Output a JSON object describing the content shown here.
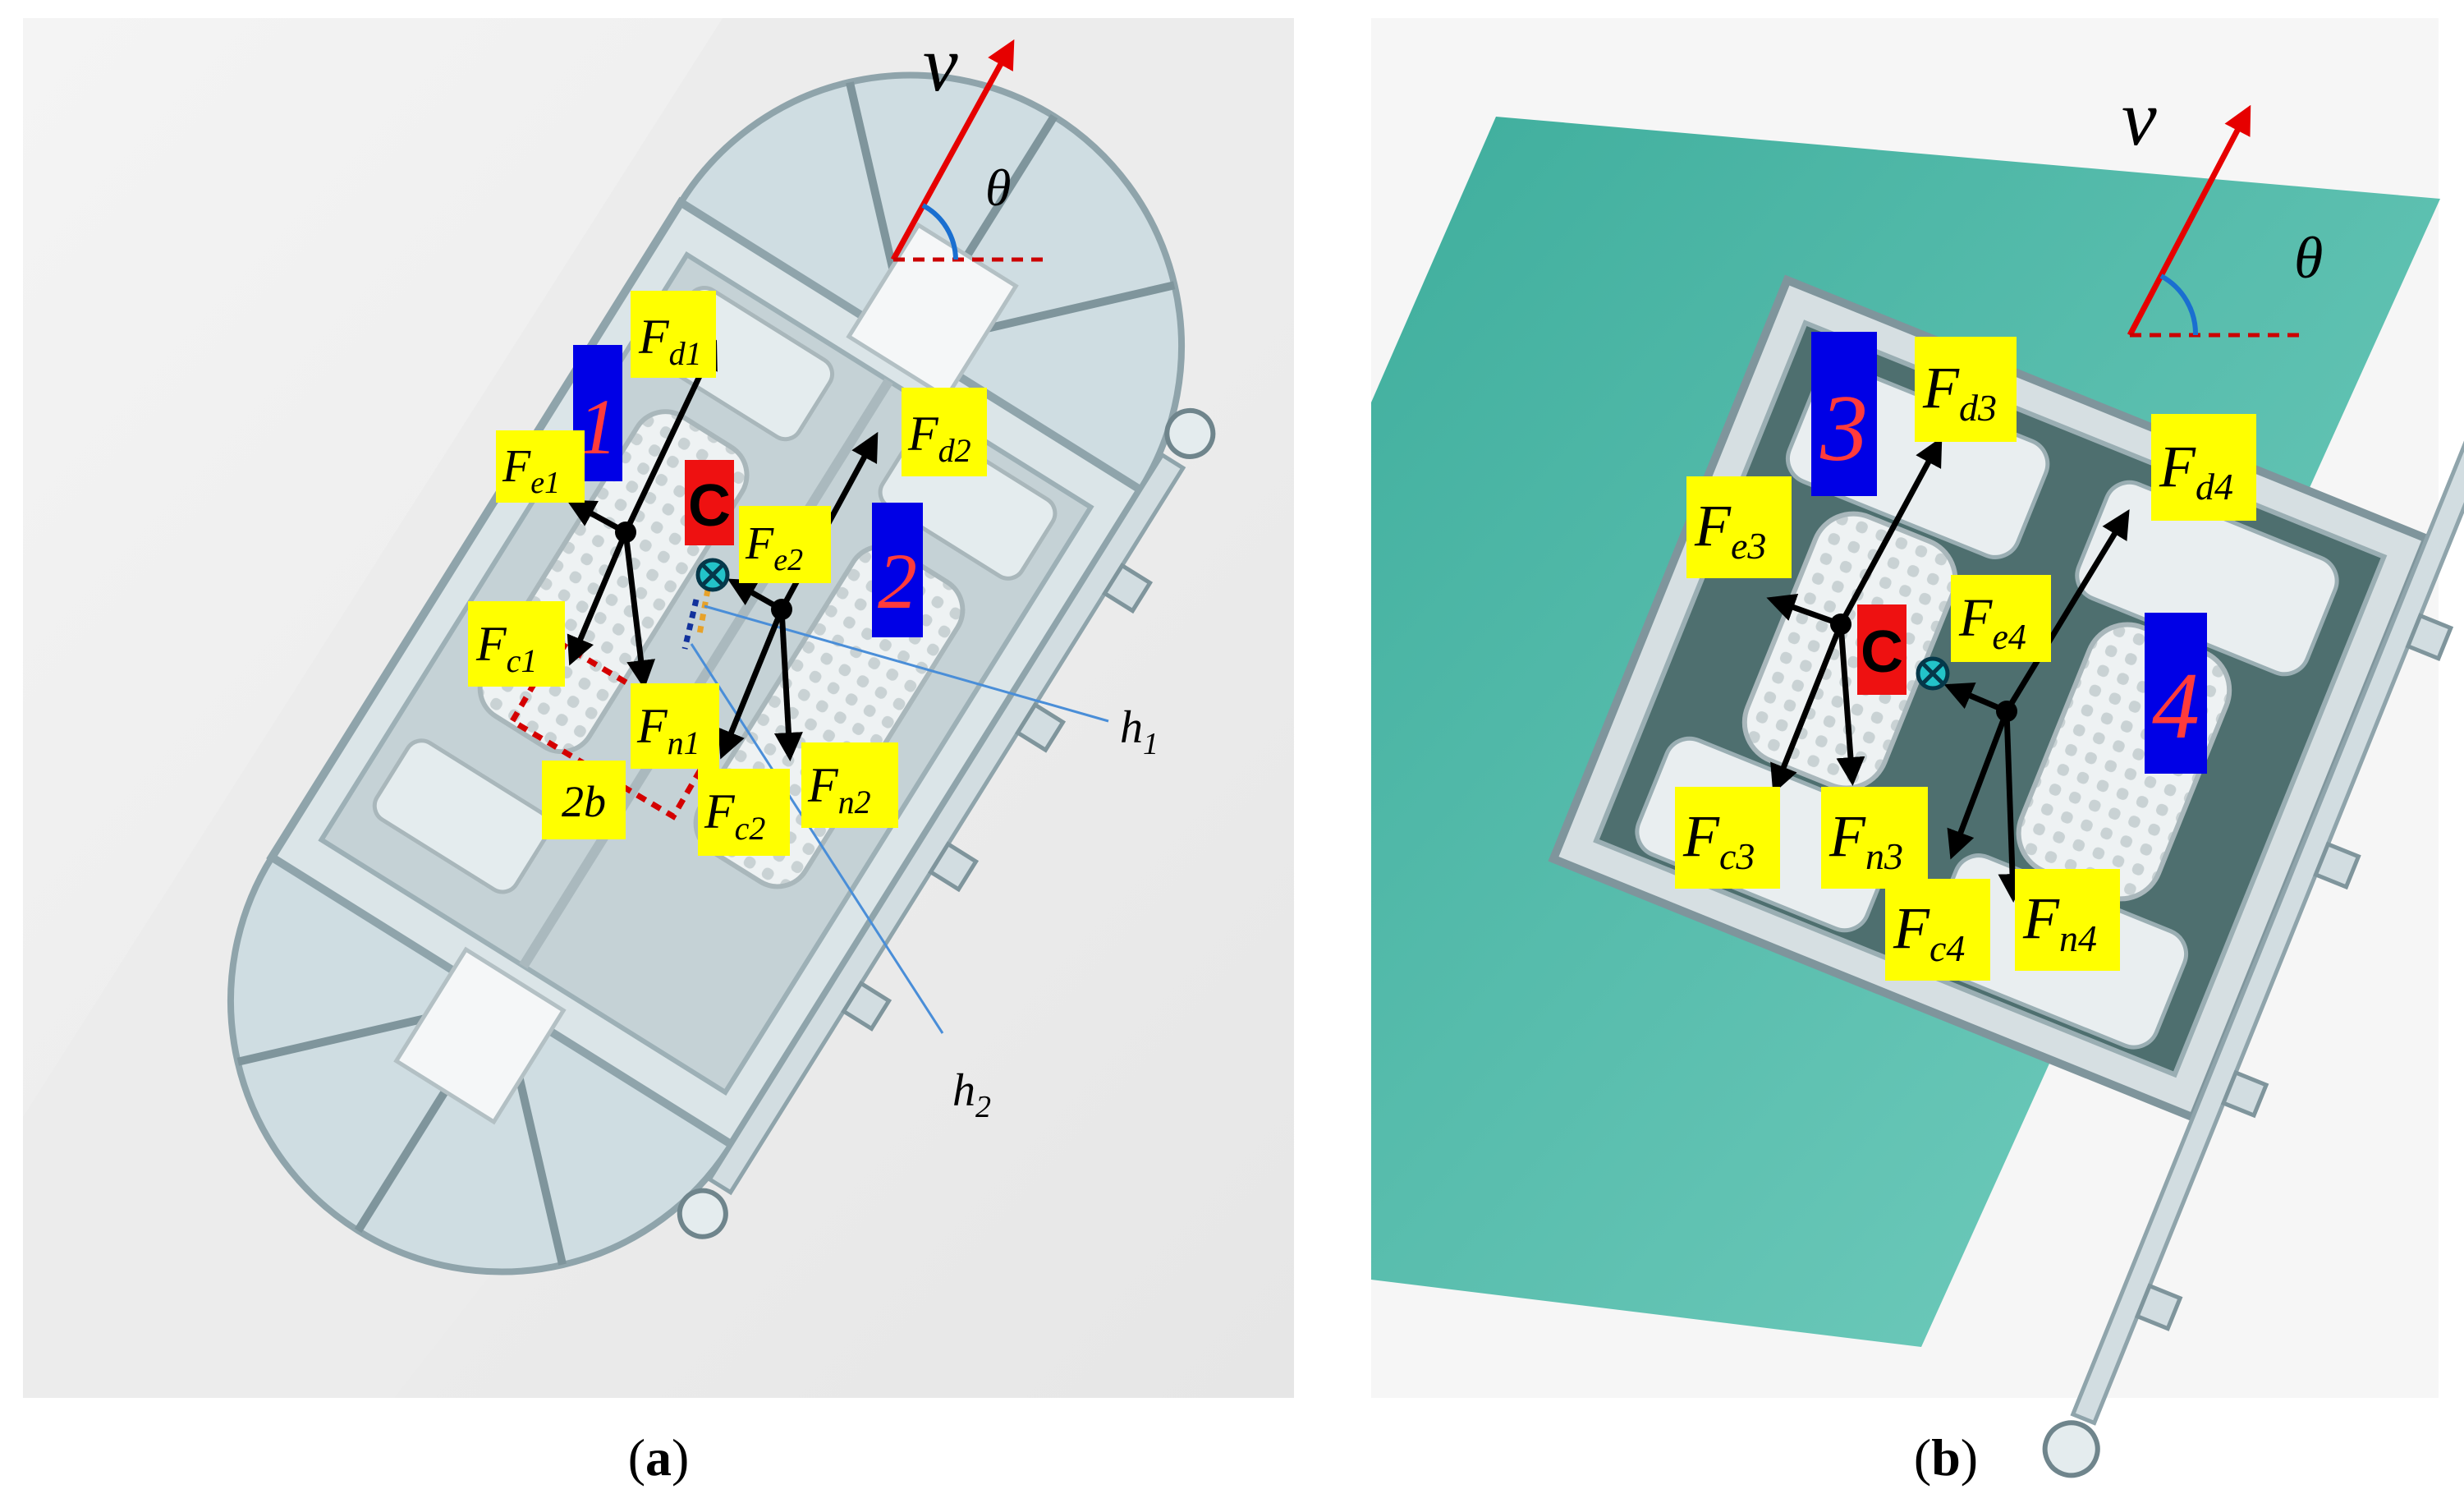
{
  "panel_a": {
    "velocity": "v",
    "angle": "θ",
    "center": "C",
    "wheel_1": "1",
    "wheel_2": "2",
    "forces": {
      "fd1": {
        "base": "F",
        "sub": "d1"
      },
      "fe1": {
        "base": "F",
        "sub": "e1"
      },
      "fc1": {
        "base": "F",
        "sub": "c1"
      },
      "fn1": {
        "base": "F",
        "sub": "n1"
      },
      "fd2": {
        "base": "F",
        "sub": "d2"
      },
      "fe2": {
        "base": "F",
        "sub": "e2"
      },
      "fc2": {
        "base": "F",
        "sub": "c2"
      },
      "fn2": {
        "base": "F",
        "sub": "n2"
      }
    },
    "width_label": "2b",
    "h1": {
      "base": "h",
      "sub": "1"
    },
    "h2": {
      "base": "h",
      "sub": "2"
    },
    "caption_open": "(",
    "caption_letter": "a",
    "caption_close": ")"
  },
  "panel_b": {
    "velocity": "v",
    "angle": "θ",
    "center": "C",
    "wheel_3": "3",
    "wheel_4": "4",
    "forces": {
      "fd3": {
        "base": "F",
        "sub": "d3"
      },
      "fe3": {
        "base": "F",
        "sub": "e3"
      },
      "fc3": {
        "base": "F",
        "sub": "c3"
      },
      "fn3": {
        "base": "F",
        "sub": "n3"
      },
      "fd4": {
        "base": "F",
        "sub": "d4"
      },
      "fe4": {
        "base": "F",
        "sub": "e4"
      },
      "fc4": {
        "base": "F",
        "sub": "c4"
      },
      "fn4": {
        "base": "F",
        "sub": "n4"
      }
    },
    "caption_open": "(",
    "caption_letter": "b",
    "caption_close": ")"
  },
  "colors": {
    "label_bg": "#ffff00",
    "wheel_tag_bg": "#0000e6",
    "wheel_tag_text": "#ff3b3b",
    "center_bg": "#ee1111",
    "velocity_arrow": "#e60000",
    "angle_arc": "#1a6fd0",
    "dashed_ref": "#cc0000",
    "water": "#5ec4b2",
    "hull": "#cfdde2"
  }
}
